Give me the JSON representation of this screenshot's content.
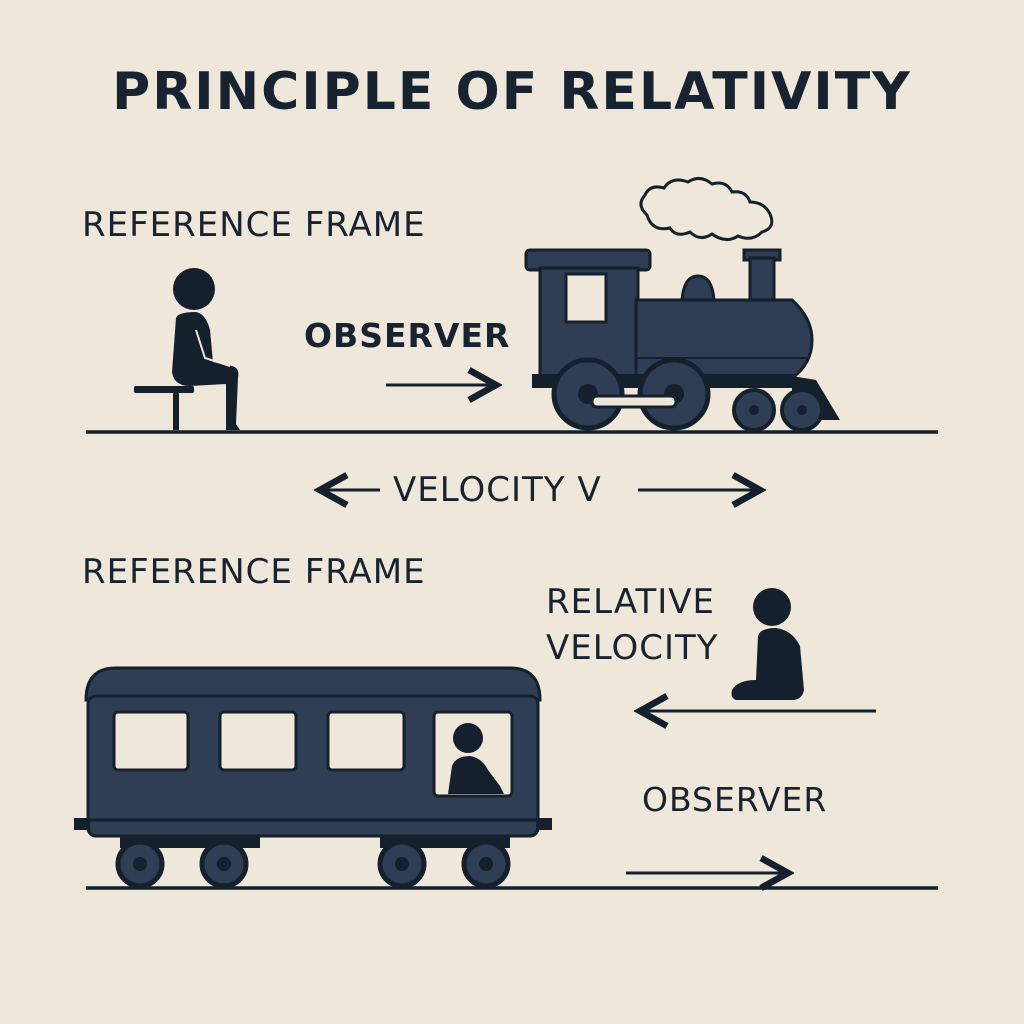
{
  "title": "PRINCIPLE OF RELATIVITY",
  "top_frame": {
    "frame_label": "REFERENCE FRAME",
    "observer_label": "OBSERVER"
  },
  "velocity": {
    "label": "VELOCITY V"
  },
  "bottom_frame": {
    "frame_label": "REFERENCE FRAME",
    "relative_velocity_line1": "RELATIVE",
    "relative_velocity_line2": "VELOCITY",
    "observer_label": "OBSERVER"
  },
  "colors": {
    "background": "#efe7da",
    "ink": "#14202c",
    "train_fill": "#2f3d55",
    "window_fill": "#efe7da"
  }
}
